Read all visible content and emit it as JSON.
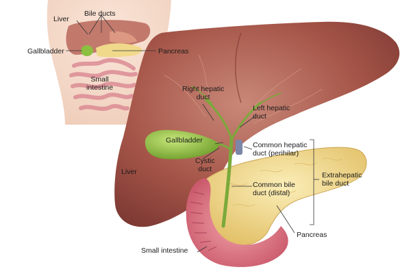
{
  "inset": {
    "liver": "Liver",
    "bile_ducts": "Bile ducts",
    "gallbladder": "Gallbladder",
    "pancreas": "Pancreas",
    "small_intestine_l1": "Small",
    "small_intestine_l2": "intestine"
  },
  "main": {
    "right_hepatic_l1": "Right hepatic",
    "right_hepatic_l2": "duct",
    "left_hepatic_l1": "Left hepatic",
    "left_hepatic_l2": "duct",
    "gallbladder": "Gallbladder",
    "common_hepatic_l1": "Common hepatic",
    "common_hepatic_l2": "duct (perihilar)",
    "cystic_l1": "Cystic",
    "cystic_l2": "duct",
    "liver": "Liver",
    "extrahepatic_l1": "Extrahepatic",
    "extrahepatic_l2": "bile duct",
    "common_bile_l1": "Common bile",
    "common_bile_l2": "duct (distal)",
    "pancreas": "Pancreas",
    "small_intestine": "Small intestine"
  },
  "colors": {
    "liver": "#9c4a42",
    "liver_light": "#c57a6e",
    "gallbladder": "#8cbf3f",
    "pancreas": "#f0d98a",
    "intestine": "#d9697a",
    "skin": "#f4d7c6",
    "duct": "#7aa93a"
  }
}
